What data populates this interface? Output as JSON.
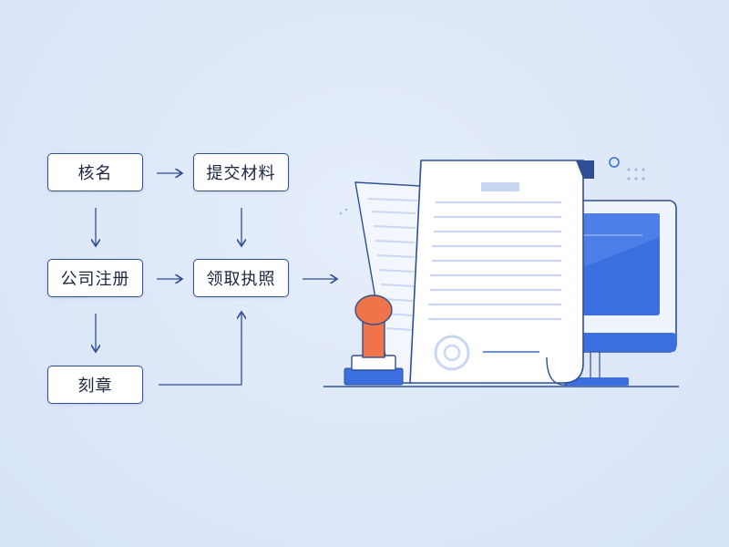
{
  "flow": {
    "steps": {
      "hezming": "核名",
      "tijiao": "提交材料",
      "zhuce": "公司注册",
      "lingqu": "领取执照",
      "kezhang": "刻章"
    }
  },
  "colors": {
    "background": "#dce6f7",
    "box_border": "#2f4f94",
    "arrow": "#2f4f94",
    "accent_blue": "#3b6fe0",
    "stamp_orange": "#f0744a",
    "paper": "#ffffff",
    "line_light": "#c9d7f2"
  },
  "icons": [
    "document-icon",
    "stamp-icon",
    "monitor-icon",
    "seal-icon"
  ]
}
